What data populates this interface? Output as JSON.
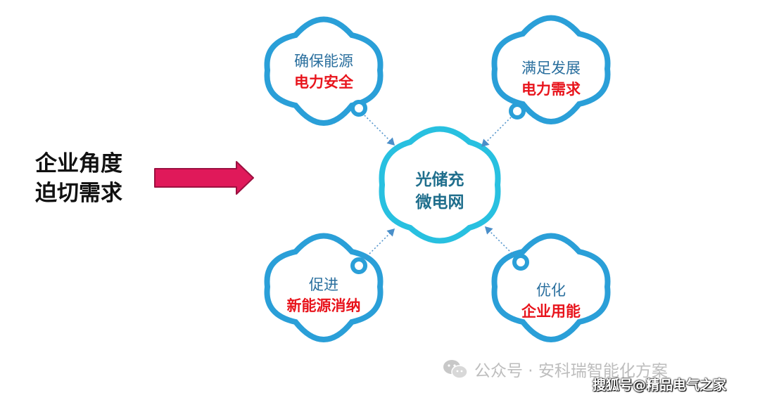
{
  "left_title": {
    "line1": "企业角度",
    "line2": "迫切需求"
  },
  "center": {
    "line1": "光储充",
    "line2": "微电网"
  },
  "nodes": {
    "top_left": {
      "line1": "确保能源",
      "line2": "电力安全"
    },
    "top_right": {
      "line1": "满足发展",
      "line2": "电力需求"
    },
    "bottom_left": {
      "line1": "促进",
      "line2": "新能源消纳"
    },
    "bottom_right": {
      "line1": "优化",
      "line2": "企业用能"
    }
  },
  "watermark": {
    "text": "公众号 · 安科瑞智能化方案",
    "text2": "搜狐号@精品电气之家"
  },
  "colors": {
    "cloud_stroke": "#2a9fd8",
    "center_stroke": "#28c0e0",
    "arrow_fill": "#e0195a",
    "accent_red": "#e8141c",
    "connector": "#4a8fc9"
  }
}
